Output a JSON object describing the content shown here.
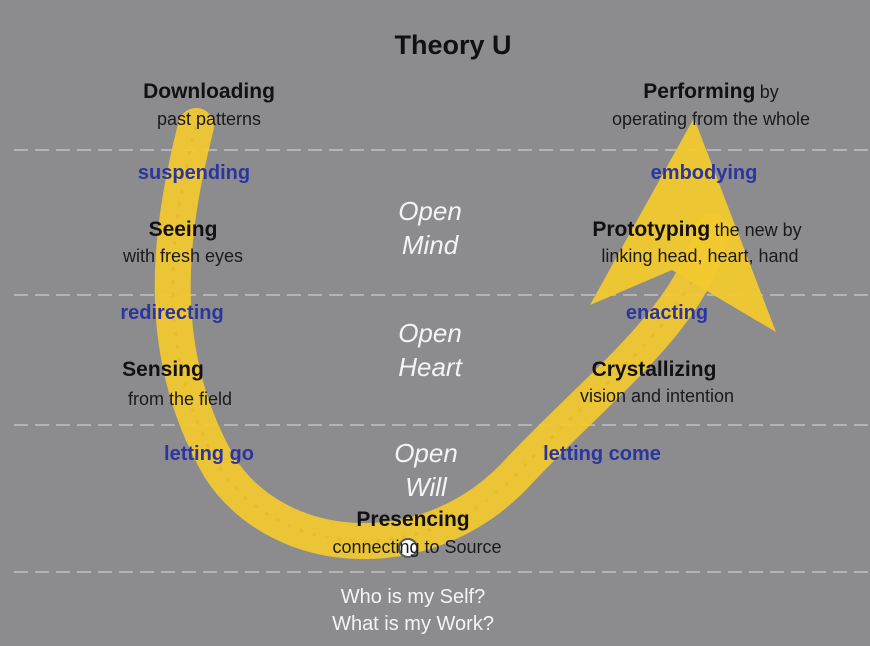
{
  "title": "Theory U",
  "left_stages": [
    {
      "name": "Downloading",
      "desc": "past patterns"
    },
    {
      "name": "Seeing",
      "desc": "with fresh eyes"
    },
    {
      "name": "Sensing",
      "desc": "from the field"
    }
  ],
  "bottom_stage": {
    "name": "Presencing",
    "desc": "connecting to Source"
  },
  "right_stages": [
    {
      "name": "Crystallizing",
      "desc": "vision and intention"
    },
    {
      "name": "Prototyping",
      "name_suffix": "the new by",
      "desc": "linking head, heart, hand"
    },
    {
      "name": "Performing",
      "name_suffix": "by",
      "desc": "operating from the whole"
    }
  ],
  "left_transitions": [
    "suspending",
    "redirecting",
    "letting go"
  ],
  "right_transitions": [
    "embodying",
    "enacting",
    "letting come"
  ],
  "openings": [
    {
      "line1": "Open",
      "line2": "Mind"
    },
    {
      "line1": "Open",
      "line2": "Heart"
    },
    {
      "line1": "Open",
      "line2": "Will"
    }
  ],
  "questions": [
    "Who is my Self?",
    "What is my Work?"
  ],
  "colors": {
    "background": "#8c8c8e",
    "arrow": "#f2c92e",
    "verb": "#2a35a0",
    "divider": "#b4b4b6"
  }
}
